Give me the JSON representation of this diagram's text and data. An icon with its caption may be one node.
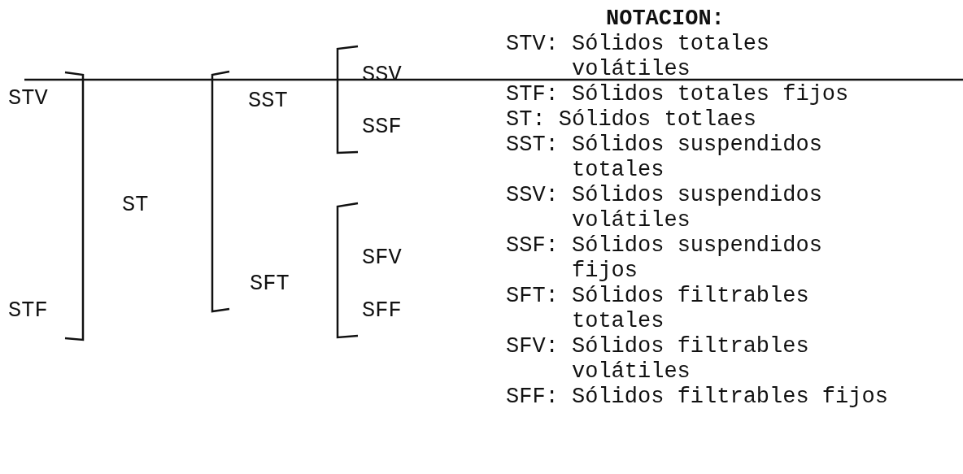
{
  "diagram": {
    "labels": [
      "STV",
      "STF",
      "ST",
      "SST",
      "SFT",
      "SSV",
      "SSF",
      "SFV",
      "SFF",
      "NOTACION:",
      "STV: Sólidos totales volátiles",
      "STF: Sólidos totales fijos",
      "ST: Sólidos totlaes",
      "SST: Sólidos suspendidos totales",
      "SSV: Sólidos suspendidos volátiles",
      "SSF: Sólidos suspendidos fijos",
      "SFT: Sólidos filtrables totales",
      "SFV: Sólidos filtrables volátiles",
      "SFF: Sólidos filtrables fijos"
    ]
  }
}
